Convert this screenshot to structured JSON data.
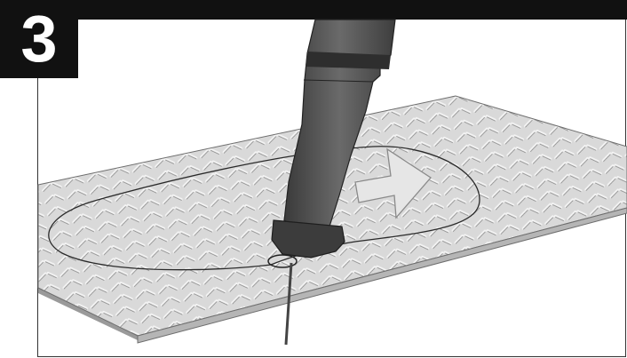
{
  "step": {
    "number": "3"
  },
  "illustration": {
    "subject": "reciprocating-saw-cutting-diamond-plate",
    "arrow_direction": "right",
    "colors": {
      "plate_fill": "#d8d8d8",
      "plate_edge": "#8a8a8a",
      "tool_body": "#4a4a4a",
      "arrow_fill": "#e6e6e6",
      "badge_bg": "#111111",
      "badge_text": "#ffffff"
    }
  }
}
